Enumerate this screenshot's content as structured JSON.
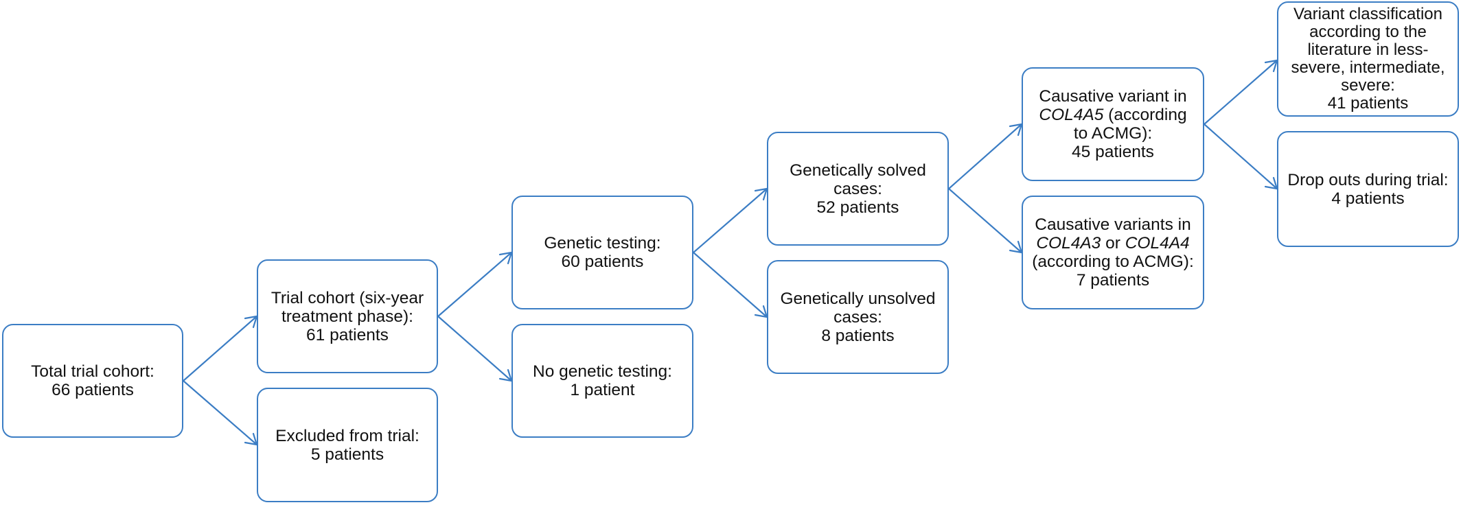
{
  "colors": {
    "border": "#3B7DC4",
    "arrow": "#3B7DC4",
    "text": "#111111"
  },
  "boxes": {
    "total": [
      "Total trial cohort:",
      "66 patients"
    ],
    "trial": [
      "Trial cohort (six-year",
      "treatment phase):",
      "61 patients"
    ],
    "excluded": [
      "Excluded from trial:",
      "5 patients"
    ],
    "genetic_testing": [
      "Genetic testing:",
      "60 patients"
    ],
    "no_genetic_testing": [
      "No genetic testing:",
      "1 patient"
    ],
    "solved": [
      "Genetically solved",
      "cases:",
      "52 patients"
    ],
    "unsolved": [
      "Genetically unsolved",
      "cases:",
      "8 patients"
    ],
    "col4a5": {
      "l1": "Causative variant in",
      "gene": "COL4A5",
      "l2_rest": " (according",
      "l3": "to ACMG):",
      "l4": "45 patients"
    },
    "col4a3_4": {
      "l1": "Causative variants in",
      "gene1": "COL4A3",
      "or": " or ",
      "gene2": "COL4A4",
      "l3": "(according to ACMG):",
      "l4": "7 patients"
    },
    "classification": [
      "Variant classification",
      "according to the",
      "literature in less-",
      "severe, intermediate,",
      "severe:",
      "41 patients"
    ],
    "dropouts": [
      "Drop outs during trial:",
      "4 patients"
    ]
  }
}
